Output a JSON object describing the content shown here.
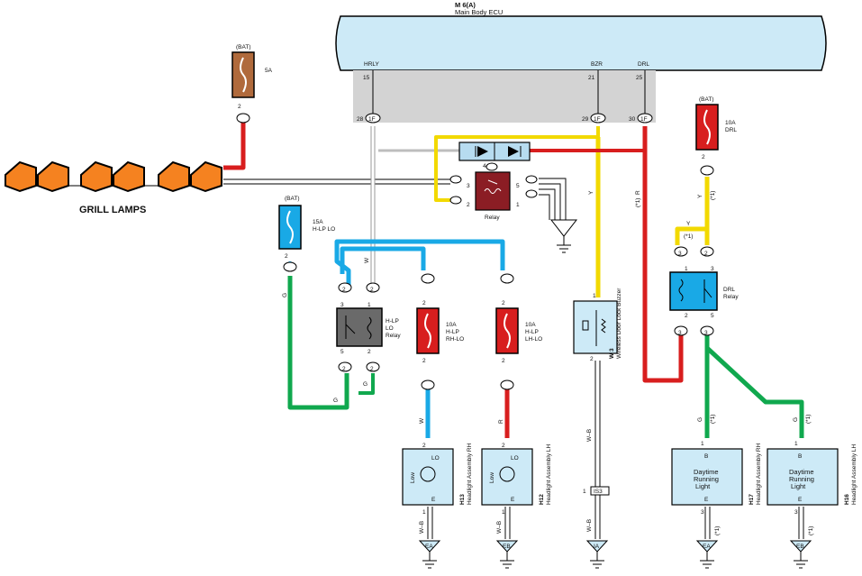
{
  "ecu": {
    "code": "M 6(A)",
    "name": "Main Body ECU",
    "pins": {
      "hrly": "HRLY",
      "bzr": "BZR",
      "drl": "DRL",
      "p15": "15",
      "p21": "21",
      "p25": "25"
    }
  },
  "connector_tag": "1F",
  "pins": {
    "p28": "28",
    "p29": "29",
    "p30": "30"
  },
  "fuses": {
    "bat_label": "(BAT)",
    "f5a": {
      "rating": "5A",
      "pin": "2"
    },
    "drl": {
      "rating": "10A",
      "name": "DRL",
      "pin": "2"
    },
    "hlp_lo": {
      "rating": "15A",
      "name": "H-LP LO",
      "pin": "2"
    },
    "rh_lo": {
      "rating": "10A",
      "name1": "H-LP",
      "name2": "RH-LO",
      "pin1": "2",
      "pin2": "2"
    },
    "lh_lo": {
      "rating": "10A",
      "name1": "H-LP",
      "name2": "LH-LO",
      "pin1": "2",
      "pin2": "2"
    }
  },
  "grill": {
    "label": "GRILL LAMPS"
  },
  "relay_small": {
    "label": "Relay",
    "p1": "1",
    "p2": "2",
    "p3": "3",
    "p4": "4",
    "p5": "5"
  },
  "hlp_relay": {
    "name1": "H-LP",
    "name2": "LO",
    "name3": "Relay",
    "p1": "1",
    "p2": "2",
    "p3": "3",
    "p5": "5",
    "tag": "2"
  },
  "drl_relay": {
    "name1": "DRL",
    "name2": "Relay",
    "p1": "1",
    "p2": "2",
    "p3": "3",
    "p5": "5",
    "tag_a": "2",
    "tag_b": "3"
  },
  "buzzer": {
    "code": "W 3",
    "name": "Wireless Door Lock Buzzer",
    "p1": "1",
    "p2": "2"
  },
  "headlights": {
    "rh": {
      "code": "H13",
      "name": "Headlight Assembly RH",
      "low": "Low",
      "lo": "LO",
      "e": "E",
      "p1": "1",
      "p2": "2",
      "ground": "EA"
    },
    "lh": {
      "code": "H12",
      "name": "Headlight Assembly LH",
      "low": "Low",
      "lo": "LO",
      "e": "E",
      "p1": "1",
      "p2": "2",
      "ground": "EB"
    }
  },
  "drl_lights": {
    "rh": {
      "code": "H17",
      "name": "Headlight Assembly RH",
      "l1": "Daytime",
      "l2": "Running",
      "l3": "Light",
      "b": "B",
      "e": "E",
      "p1": "1",
      "p3": "3",
      "ground": "EA",
      "variant": "(*1)"
    },
    "lh": {
      "code": "H16",
      "name": "Headlight Assembly LH",
      "l1": "Daytime",
      "l2": "Running",
      "l3": "Light",
      "b": "B",
      "e": "E",
      "p1": "1",
      "p3": "3",
      "ground": "EB",
      "variant": "(*1)"
    }
  },
  "ia": {
    "code": "IS3",
    "pin": "1",
    "ground": "IA"
  },
  "wires": {
    "y": "Y",
    "r": "R",
    "g": "G",
    "w": "W",
    "wb": "W–B",
    "variant": "(*1)"
  },
  "colors": {
    "blue_fill": "#cdeaf7",
    "yellow": "#f2d900",
    "red": "#d81e1e",
    "green": "#10a84e",
    "cyan": "#19a9e6",
    "orange": "#f58220"
  }
}
